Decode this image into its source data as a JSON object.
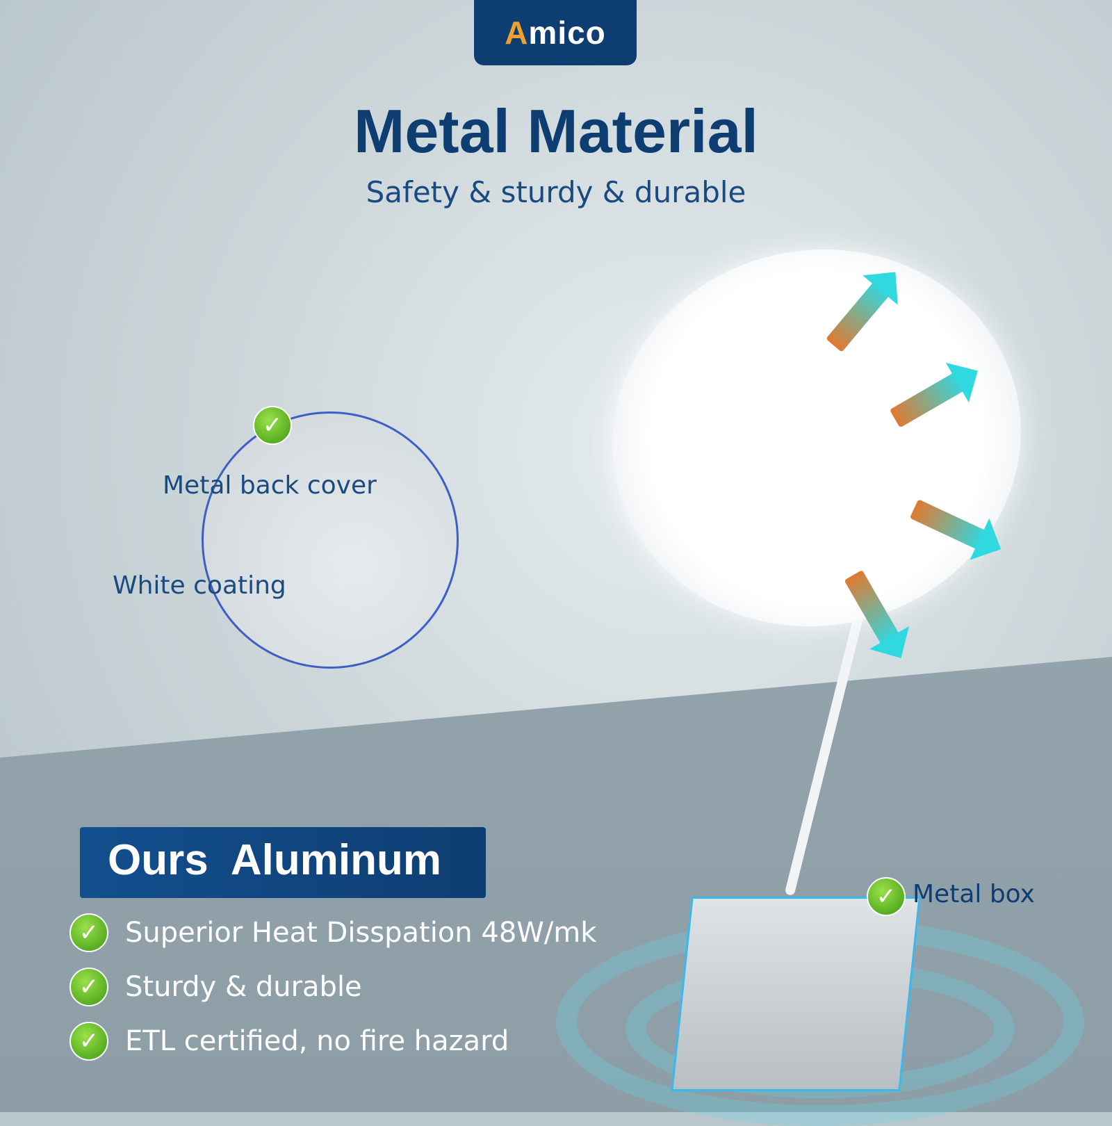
{
  "logo": {
    "text_a": "A",
    "text_rest": "mico"
  },
  "header": {
    "title": "Metal Material",
    "subtitle": "Safety & sturdy & durable"
  },
  "detail": {
    "label_back": "Metal back cover",
    "label_coating": "White coating"
  },
  "box": {
    "label": "Metal box"
  },
  "ours": {
    "title": "Ours  Aluminum",
    "features": [
      "Superior Heat Disspation 48W/mk",
      "Sturdy & durable",
      "ETL certified, no fire hazard"
    ]
  },
  "colors": {
    "brand": "#0e3d72",
    "accent": "#f0a030",
    "check": "#4caf1a",
    "airflow": "#30d8e0"
  }
}
